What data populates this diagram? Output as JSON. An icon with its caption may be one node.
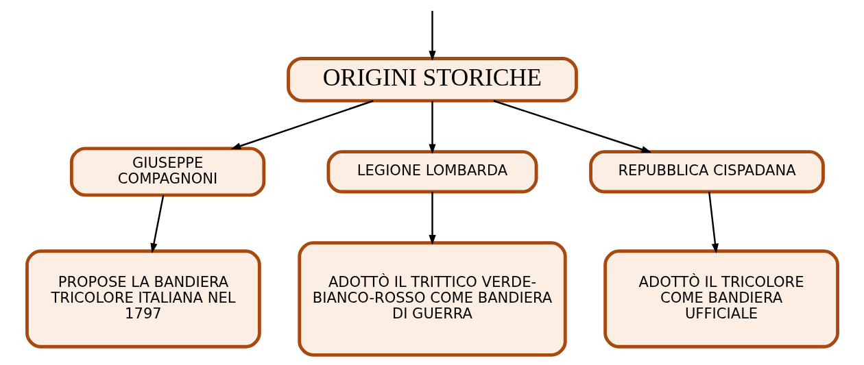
{
  "diagram": {
    "nodes": [
      {
        "text": [
          "ORIGINI STORICHE"
        ]
      },
      {
        "text": [
          "GIUSEPPE COMPAGNONI"
        ]
      },
      {
        "text": [
          "LEGIONE LOMBARDA"
        ]
      },
      {
        "text": [
          "REPUBBLICA CISPADANA"
        ]
      },
      {
        "text": [
          "PROPOSE LA BANDIERA TRICOLORE ITALIANA NEL 1797"
        ]
      },
      {
        "text": [
          "ADOTTÒ IL TRITTICO VERDE-BIANCO-ROSSO COME BANDIERA DI GUERRA"
        ]
      },
      {
        "text": [
          "ADOTTÒ IL TRICOLORE COME BANDIERA UFFICIALE"
        ]
      }
    ],
    "edges": [
      {
        "from": null,
        "to": 0,
        "arrow": "to"
      },
      {
        "from": 0,
        "to": 1,
        "arrow": "to"
      },
      {
        "from": 0,
        "to": 2,
        "arrow": "to"
      },
      {
        "from": 0,
        "to": 3,
        "arrow": "to"
      },
      {
        "from": 1,
        "to": 4,
        "arrow": "to"
      },
      {
        "from": 2,
        "to": 5,
        "arrow": "to"
      },
      {
        "from": 3,
        "to": 6,
        "arrow": "to"
      }
    ]
  }
}
